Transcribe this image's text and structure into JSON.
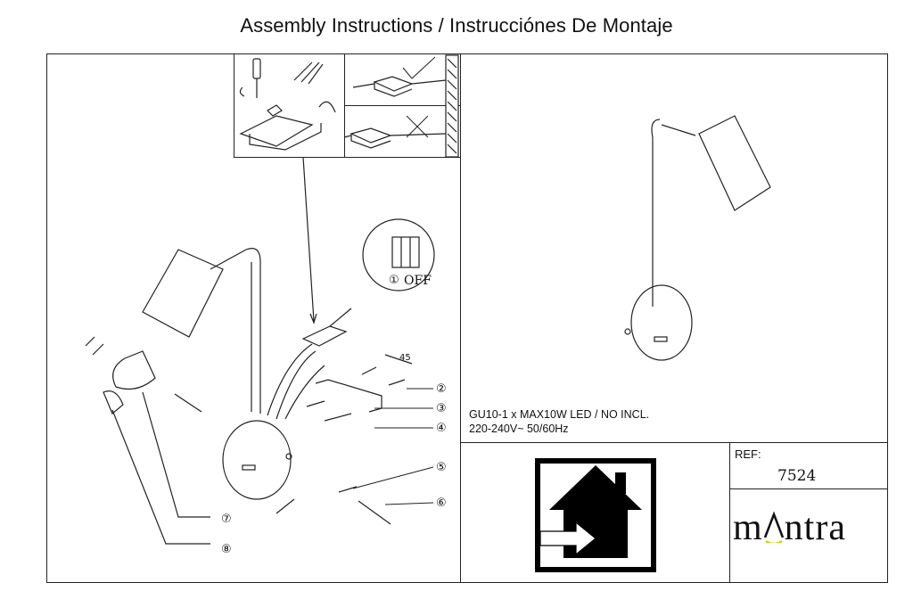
{
  "header": {
    "title": "Assembly Instructions / Instrucciónes De Montaje"
  },
  "specs": {
    "line1": "GU10-1 x  MAX10W  LED / NO INCL.",
    "line2": "220-240V~  50/60Hz"
  },
  "reference": {
    "label": "REF:",
    "value": "7524"
  },
  "brand": {
    "name": "mantra",
    "prefix": "m",
    "mid": "ntra"
  },
  "breaker": {
    "step": "①",
    "label": "OFF"
  },
  "callouts": [
    "②",
    "③",
    "④",
    "⑤",
    "⑥",
    "⑦",
    "⑧"
  ],
  "dimension": "45",
  "icons": [
    "indoor-use-house-icon",
    "screwdriver-icon",
    "rotate-arrow-icon",
    "check-mark-icon",
    "cross-mark-icon"
  ],
  "colors": {
    "line": "#222222",
    "brand_accent": "#c8d400"
  }
}
